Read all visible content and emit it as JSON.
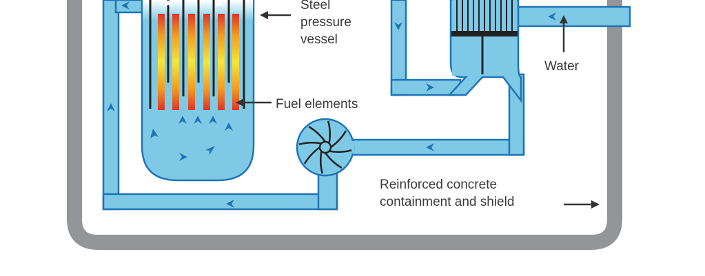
{
  "labels": {
    "vessel": [
      "Steel",
      "pressure",
      "vessel"
    ],
    "fuel": "Fuel elements",
    "water": "Water",
    "containment": [
      "Reinforced concrete",
      "containment and shield"
    ]
  },
  "colors": {
    "water_fill": "#7ecae6",
    "outline": "#1f74b5",
    "containment": "#939598",
    "rod_dark": "#222222",
    "fuel_red": "#d9362b",
    "fuel_orange": "#f39a1f",
    "fuel_yellow": "#f5e63a",
    "label_text": "#3a3a3a"
  }
}
